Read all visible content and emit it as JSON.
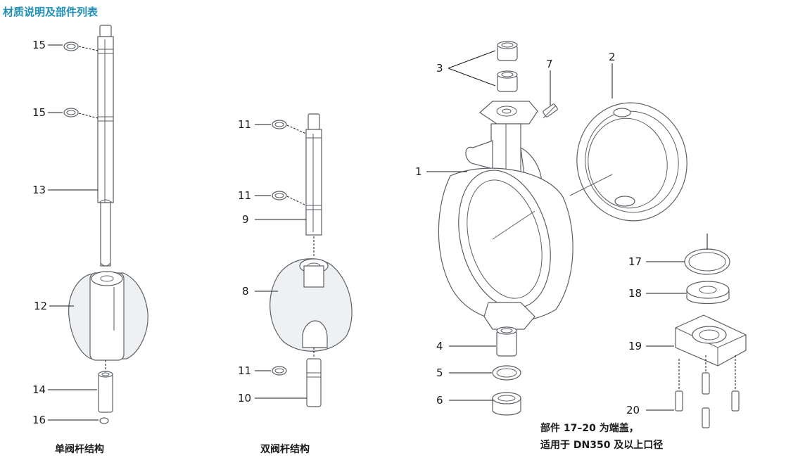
{
  "title": "材质说明及部件列表",
  "captions": {
    "single_stem": "单阀杆结构",
    "double_stem": "双阀杆结构"
  },
  "note": {
    "line1": "部件 17–20 为端盖，",
    "line2": "适用于 DN350 及以上口径"
  },
  "part_numbers": {
    "p1": "1",
    "p2": "2",
    "p3": "3",
    "p4": "4",
    "p5": "5",
    "p6": "6",
    "p7": "7",
    "p8": "8",
    "p9": "9",
    "p10": "10",
    "p11a": "11",
    "p11b": "11",
    "p11c": "11",
    "p12": "12",
    "p13": "13",
    "p14": "14",
    "p15a": "15",
    "p15b": "15",
    "p16": "16",
    "p17": "17",
    "p18": "18",
    "p19": "19",
    "p20": "20"
  },
  "colors": {
    "title": "#1f8fb8",
    "text": "#1a1a1a",
    "line": "#5a5f66"
  }
}
